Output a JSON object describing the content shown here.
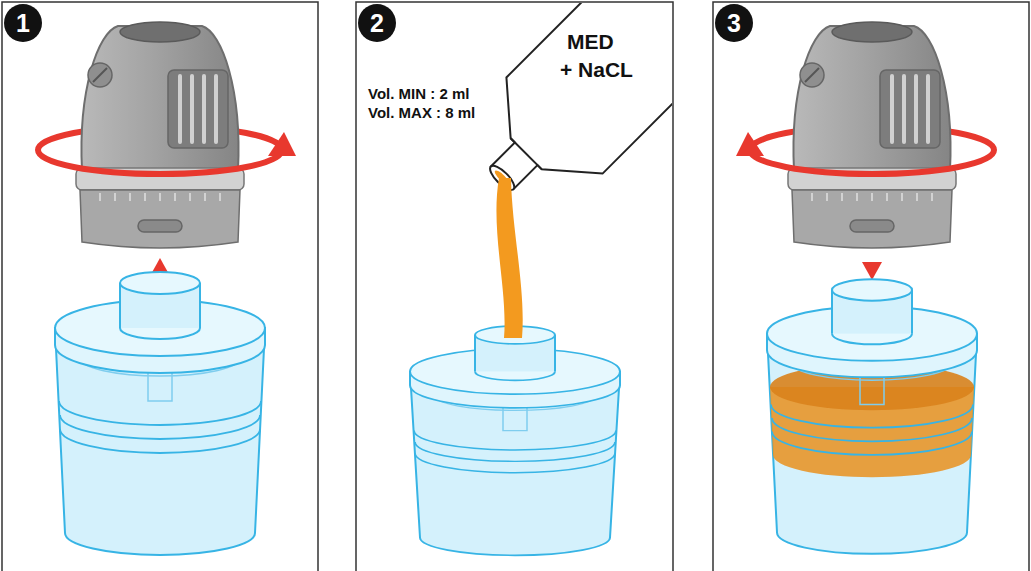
{
  "diagram": {
    "nodes": [
      {
        "text": [
          "1"
        ]
      },
      {
        "text": [
          "2"
        ]
      },
      {
        "text": [
          "3"
        ]
      }
    ],
    "labels": [
      "Vol. MIN : 2 ml",
      "Vol. MAX : 8 ml",
      "MED",
      "+ NaCL"
    ]
  }
}
